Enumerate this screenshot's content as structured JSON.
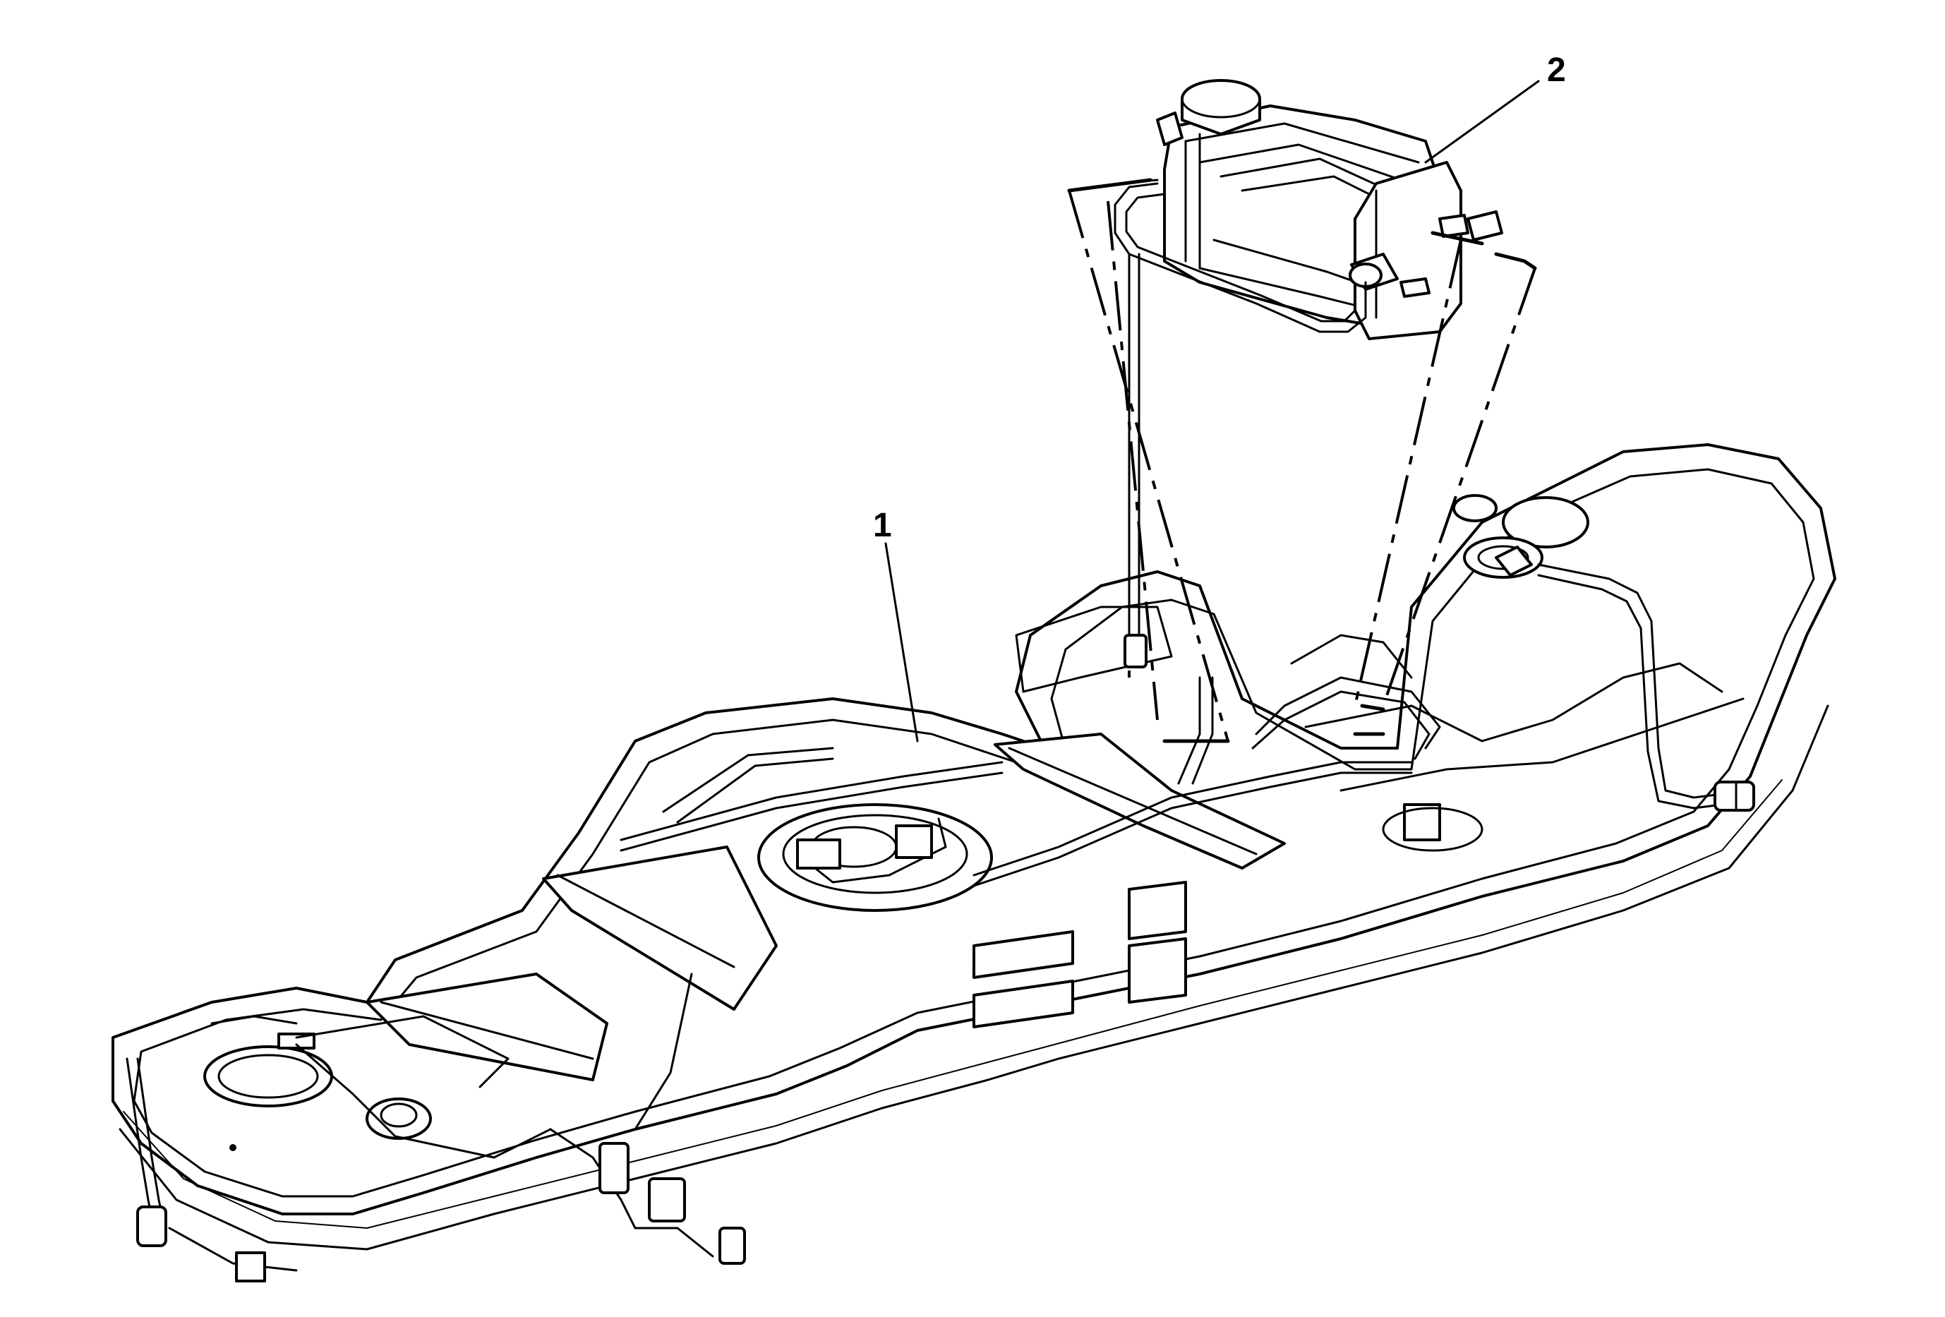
{
  "diagram": {
    "callouts": [
      {
        "id": "1",
        "label": "1",
        "part": "fuel tank"
      },
      {
        "id": "2",
        "label": "2",
        "part": "canister"
      }
    ]
  }
}
